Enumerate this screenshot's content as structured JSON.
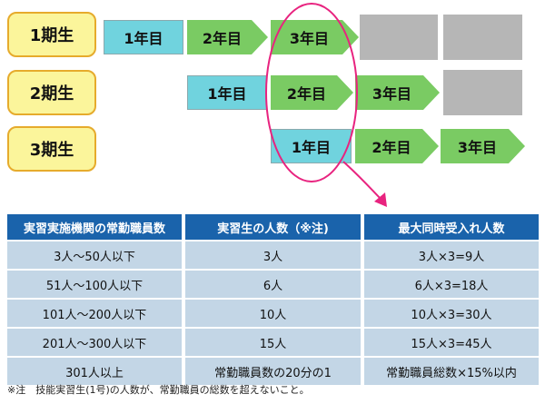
{
  "generations": [
    {
      "label": "1期生",
      "years": [
        "1年目",
        "2年目",
        "3年目"
      ]
    },
    {
      "label": "2期生",
      "years": [
        "1年目",
        "2年目",
        "3年目"
      ]
    },
    {
      "label": "3期生",
      "years": [
        "1年目",
        "2年目",
        "3年目"
      ]
    }
  ],
  "colors": {
    "generation_fill": "#fbf59b",
    "generation_border": "#e6ab2c",
    "year1_fill": "#70d3de",
    "arrow_fill": "#7acb63",
    "placeholder_gray": "#b6b6b6",
    "highlight_ellipse": "#e8237f",
    "header_fill": "#1a63ab",
    "cell_fill": "#c3d6e6"
  },
  "table": {
    "headers": [
      "実習実施機関の常勤職員数",
      "実習生の人数（※注)",
      "最大同時受入れ人数"
    ],
    "rows": [
      [
        "3人～50人以下",
        "3人",
        "3人×3=9人"
      ],
      [
        "51人～100人以下",
        "6人",
        "6人×3=18人"
      ],
      [
        "101人～200人以下",
        "10人",
        "10人×3=30人"
      ],
      [
        "201人～300人以下",
        "15人",
        "15人×3=45人"
      ],
      [
        "301人以上",
        "常勤職員数の20分の1",
        "常勤職員総数×15%以内"
      ]
    ]
  },
  "note": "※注　技能実習生(1号)の人数が、常勤職員の総数を超えないこと。"
}
